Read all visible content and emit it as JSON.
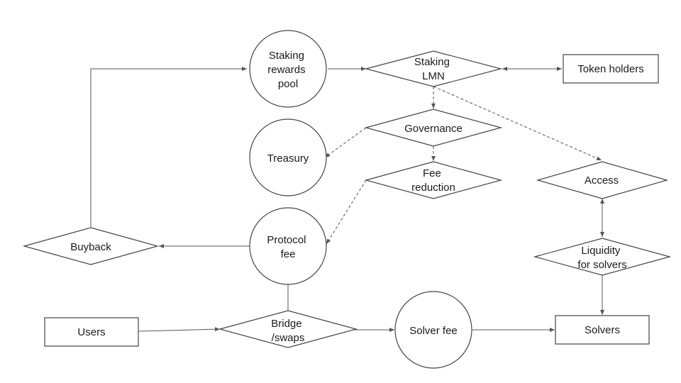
{
  "nodes": {
    "staking_rewards_pool": [
      "Staking",
      "rewards",
      "pool"
    ],
    "staking_lmn": [
      "Staking",
      "LMN"
    ],
    "token_holders": [
      "Token holders"
    ],
    "governance": [
      "Governance"
    ],
    "treasury": [
      "Treasury"
    ],
    "fee_reduction": [
      "Fee",
      "reduction"
    ],
    "access": [
      "Access"
    ],
    "buyback": [
      "Buyback"
    ],
    "protocol_fee": [
      "Protocol",
      "fee"
    ],
    "liquidity_for_solvers": [
      "Liquidity",
      "for solvers"
    ],
    "users": [
      "Users"
    ],
    "bridge_swaps": [
      "Bridge",
      "/swaps"
    ],
    "solver_fee": [
      "Solver fee"
    ],
    "solvers": [
      "Solvers"
    ]
  },
  "colors": {
    "stroke": "#444444",
    "edge": "#555555",
    "text": "#1a1a1a"
  }
}
